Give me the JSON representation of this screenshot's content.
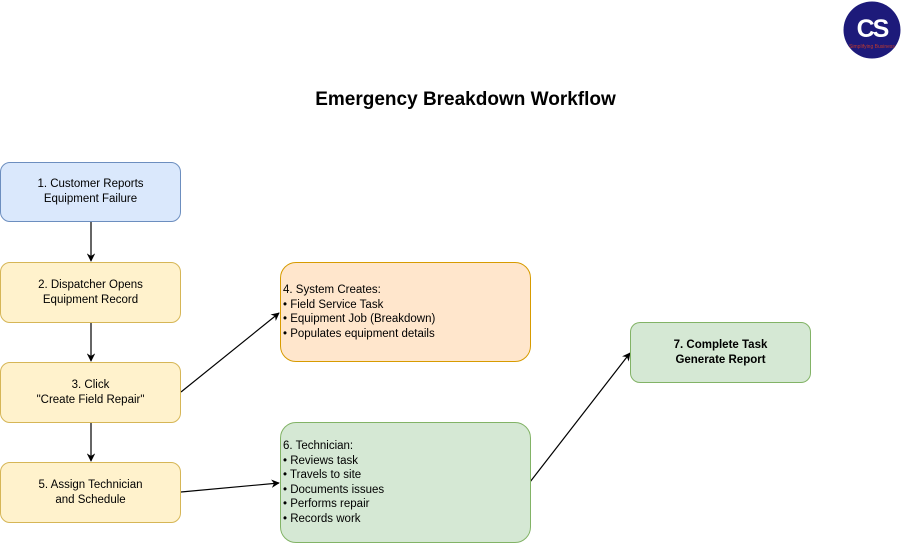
{
  "title": "Emergency Breakdown Workflow",
  "logo": {
    "monogram": "CS",
    "tagline": "Simplifying Business",
    "icon": "company-logo-icon",
    "bg_color": "#1d1a7a",
    "tagline_color": "#c0392b"
  },
  "colors": {
    "blue_fill": "#dae8fc",
    "blue_stroke": "#6c8ebf",
    "yellow_fill": "#fff2cc",
    "yellow_stroke": "#d6b656",
    "orange_fill": "#ffe6cc",
    "orange_stroke": "#d79b00",
    "green_fill": "#d5e8d4",
    "green_stroke": "#82b366",
    "edge": "#000000"
  },
  "nodes": {
    "step1": {
      "lines": [
        "1. Customer Reports",
        "Equipment Failure"
      ]
    },
    "step2": {
      "lines": [
        "2. Dispatcher Opens",
        "Equipment Record"
      ]
    },
    "step3": {
      "lines": [
        "3. Click",
        "\"Create Field Repair\""
      ]
    },
    "step4": {
      "lines": [
        "4. System Creates:",
        "• Field Service Task",
        "• Equipment Job (Breakdown)",
        "• Populates equipment details"
      ]
    },
    "step5": {
      "lines": [
        "5. Assign Technician",
        "and Schedule"
      ]
    },
    "step6": {
      "lines": [
        "6. Technician:",
        "• Reviews task",
        "• Travels to site",
        "• Documents issues",
        "• Performs repair",
        "• Records work"
      ]
    },
    "step7": {
      "lines": [
        "7. Complete Task",
        "Generate Report"
      ]
    }
  },
  "edges": [
    {
      "from": "step1",
      "to": "step2"
    },
    {
      "from": "step2",
      "to": "step3"
    },
    {
      "from": "step3",
      "to": "step4"
    },
    {
      "from": "step3",
      "to": "step5"
    },
    {
      "from": "step5",
      "to": "step6"
    },
    {
      "from": "step6",
      "to": "step7"
    }
  ]
}
